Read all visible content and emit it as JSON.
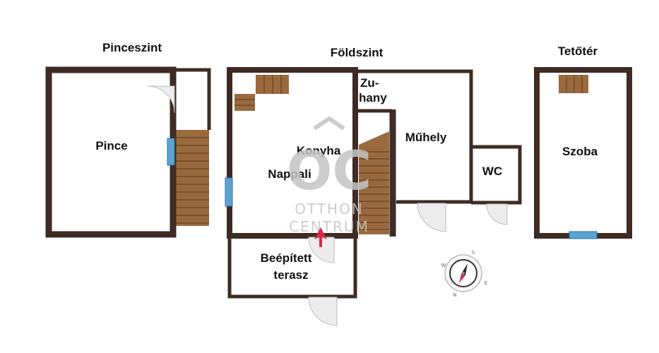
{
  "floors": {
    "basement": {
      "title": "Pinceszint"
    },
    "ground": {
      "title": "Földszint"
    },
    "attic": {
      "title": "Tetőtér"
    }
  },
  "rooms": {
    "pince": "Pince",
    "konyha": "Konyha",
    "nappali": "Nappali",
    "zuhany_line1": "Zu-",
    "zuhany_line2": "hany",
    "muhely": "Műhely",
    "wc": "WC",
    "szoba": "Szoba",
    "terasz_line1": "Beépített",
    "terasz_line2": "terasz"
  },
  "watermark": {
    "monogram": "OC",
    "line1": "OTTHON",
    "line2": "CENTRUM"
  },
  "compass": {
    "north": "N",
    "south": "S",
    "east": "E",
    "west": "W"
  },
  "icons": {
    "entrance": "entrance-arrow-icon",
    "compass": "compass-icon"
  },
  "colors": {
    "wall": "#3e2b24",
    "stairs": "#9a6a3e",
    "window": "#5aa5d6",
    "entrance_arrow": "#d42a4a",
    "watermark": "#c4c4c4"
  }
}
